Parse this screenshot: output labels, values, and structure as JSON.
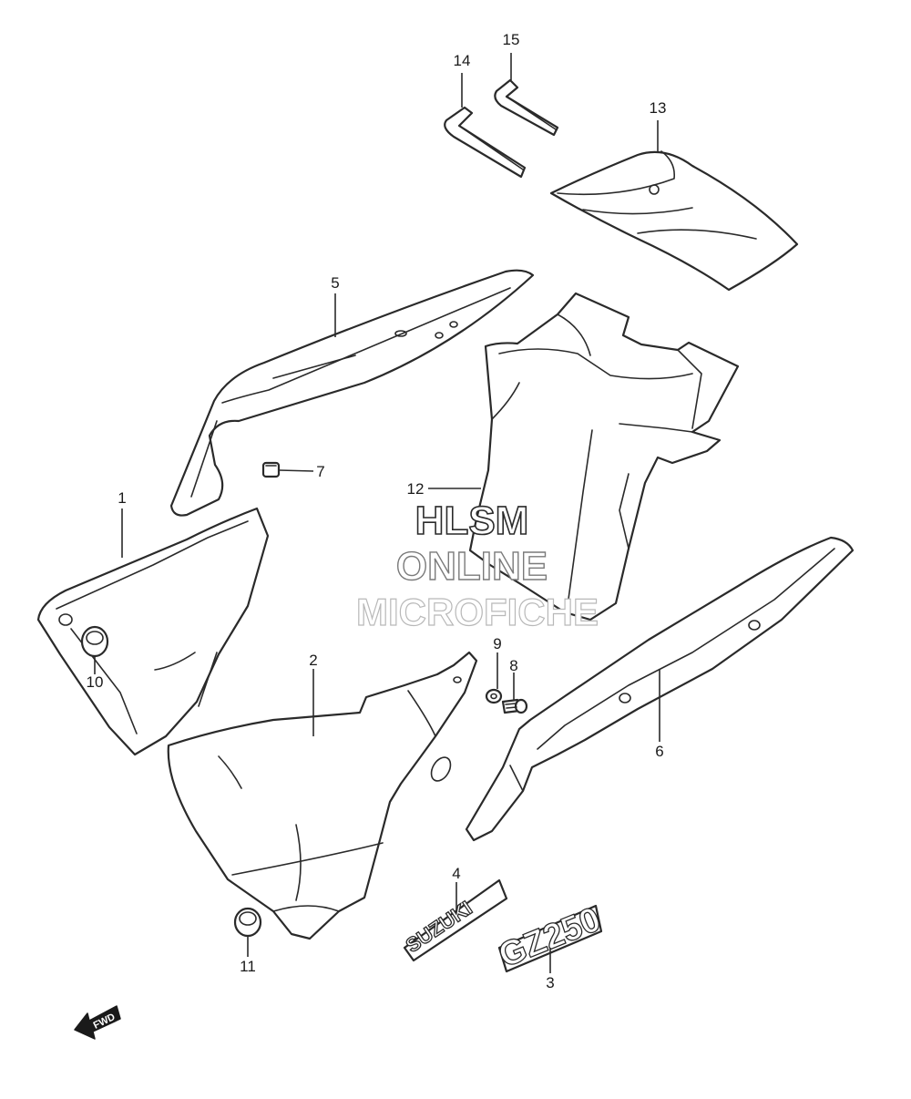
{
  "watermark": {
    "line1": "HLSM",
    "line2": "ONLINE",
    "line3": "MICROFICHE"
  },
  "callouts": {
    "c1": "1",
    "c2": "2",
    "c3": "3",
    "c4": "4",
    "c5": "5",
    "c6": "6",
    "c7": "7",
    "c8": "8",
    "c9": "9",
    "c10": "10",
    "c11": "11",
    "c12": "12",
    "c13": "13",
    "c14": "14",
    "c15": "15"
  },
  "emblems": {
    "suzuki": "SUZUKI",
    "model": "GZ250"
  },
  "direction": {
    "label": "FWD"
  }
}
